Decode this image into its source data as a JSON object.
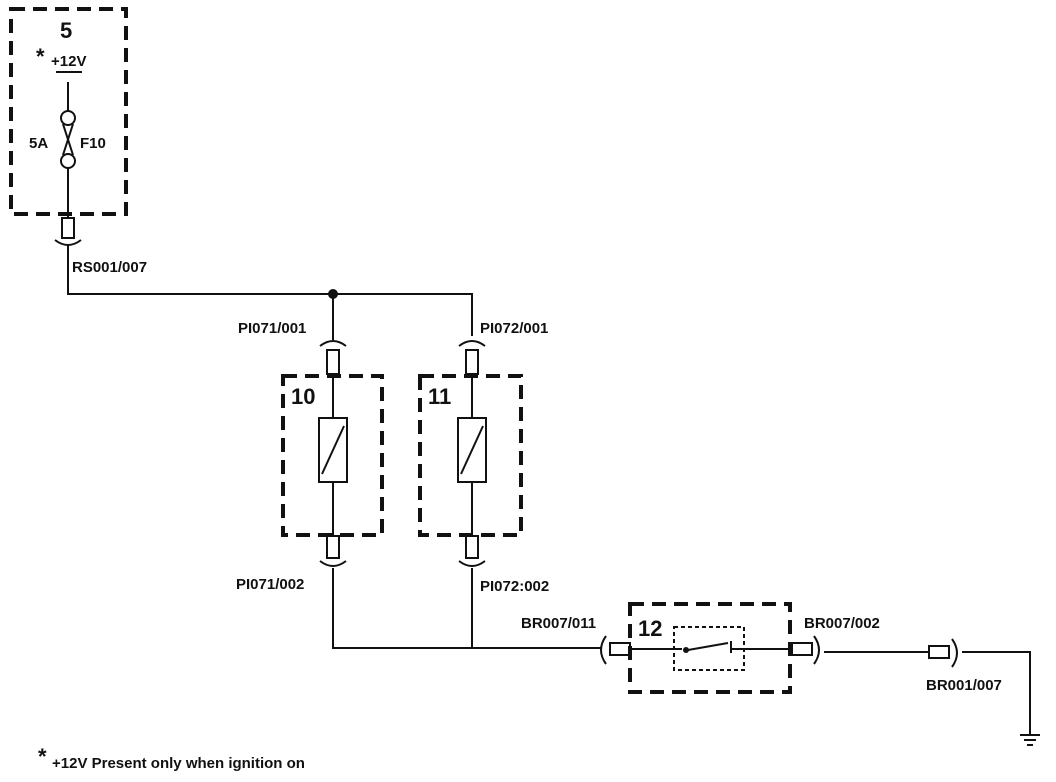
{
  "components": {
    "fuse_box": {
      "number": "5",
      "supply_star": "*",
      "supply": "+12V",
      "rating": "5A",
      "fuse_id": "F10"
    },
    "element_10": {
      "number": "10"
    },
    "element_11": {
      "number": "11"
    },
    "switch_12": {
      "number": "12"
    }
  },
  "connectors": {
    "rs001_007": "RS001/007",
    "pi071_001": "PI071/001",
    "pi072_001": "PI072/001",
    "pi071_002": "PI071/002",
    "pi072_002": "PI072:002",
    "br007_011": "BR007/011",
    "br007_002": "BR007/002",
    "br001_007": "BR001/007"
  },
  "footnote": {
    "star": "*",
    "text": "+12V Present only when ignition on"
  }
}
